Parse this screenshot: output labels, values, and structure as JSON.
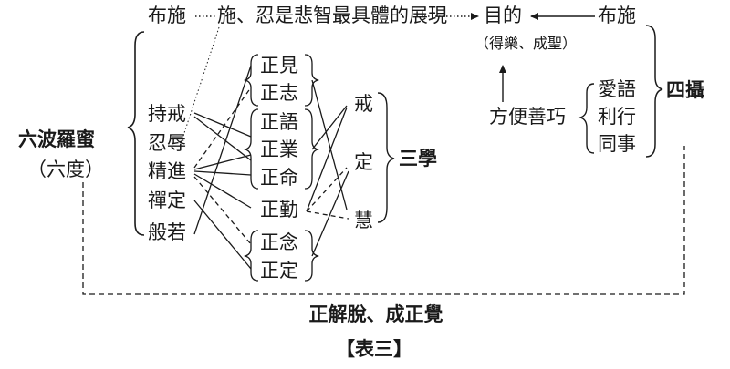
{
  "top_row": {
    "bushi_left": "布施",
    "phrase": "施、忍是悲智最具體的展現",
    "goal": "目的",
    "bushi_right": "布施"
  },
  "goal_note": "（得樂、成聖）",
  "left": {
    "title": "六波羅蜜",
    "subtitle": "（六度）",
    "paramitas": [
      "持戒",
      "忍辱",
      "精進",
      "禪定",
      "般若"
    ]
  },
  "eightfold": [
    "正見",
    "正志",
    "正語",
    "正業",
    "正命",
    "正勤",
    "正念",
    "正定"
  ],
  "three_trainings": {
    "items": [
      "戒",
      "定",
      "慧"
    ],
    "label": "三學"
  },
  "four_means": {
    "method": "方便善巧",
    "items": [
      "愛語",
      "利行",
      "同事"
    ],
    "label": "四攝"
  },
  "conclusion": "正解脫、成正覺",
  "caption": "【表三】"
}
